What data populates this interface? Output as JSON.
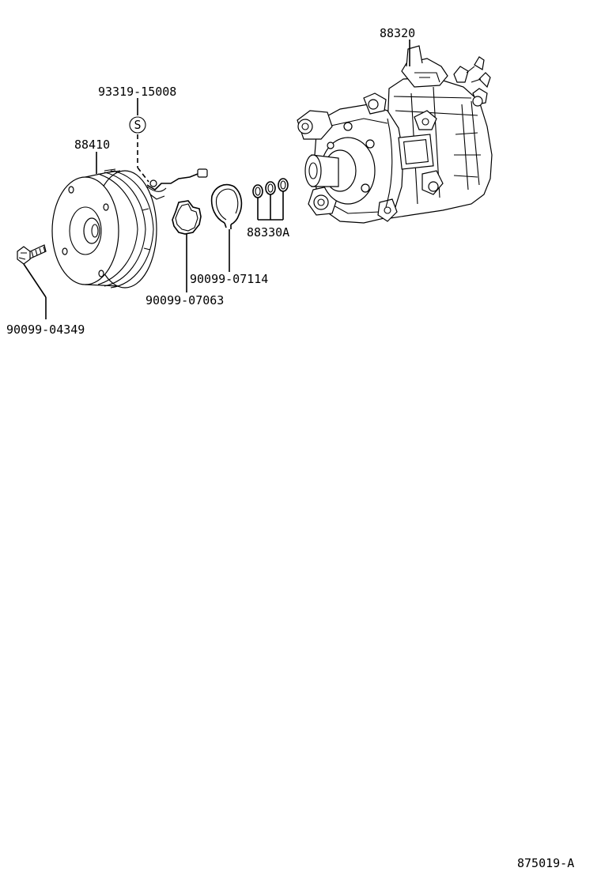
{
  "parts": {
    "compressor": "88320",
    "sensor_screw": "93319-15008",
    "sensor_symbol": "S",
    "pulley": "88410",
    "o_rings": "88330A",
    "snap_ring": "90099-07114",
    "shim": "90099-07063",
    "bolt": "90099-04349"
  },
  "drawing_number": "875019-A"
}
